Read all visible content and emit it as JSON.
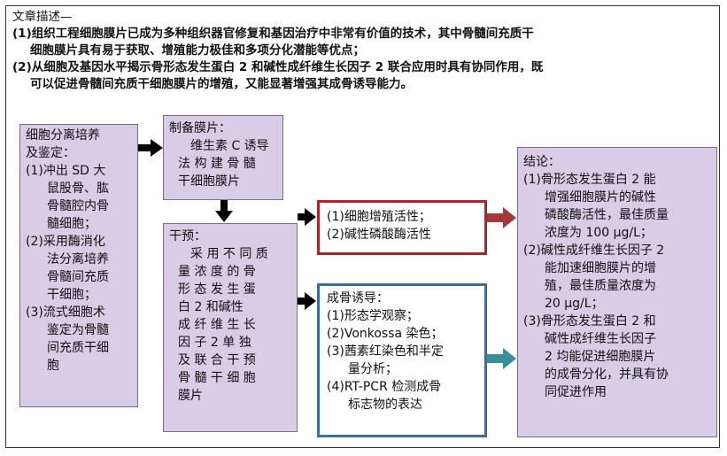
{
  "summary": {
    "title": "文章描述—",
    "para1_line1": "(1)组织工程细胞膜片已成为多种组织器官修复和基因治疗中非常有价值的技术，其中骨髓间充质干",
    "para1_line2": "细胞膜片具有易于获取、增殖能力极佳和多项分化潜能等优点；",
    "para2_line1": "(2)从细胞及基因水平揭示骨形态发生蛋白 2 和碱性成纤维生长因子 2 联合应用时具有协同作用，既",
    "para2_line2": "可以促进骨髓间充质干细胞膜片的增殖，又能显著增强其成骨诱导能力。"
  },
  "isolation": {
    "title1": "细胞分离培养",
    "title2": "及鉴定：",
    "i1a": "(1)冲出 SD 大",
    "i1b": "鼠股骨、肱",
    "i1c": "骨髓腔内骨",
    "i1d": "髓细胞；",
    "i2a": "(2)采用酶消化",
    "i2b": "法分离培养",
    "i2c": "骨髓间充质",
    "i2d": "干细胞；",
    "i3a": "(3)流式细胞术",
    "i3b": "鉴定为骨髓",
    "i3c": "间充质干细",
    "i3d": "胞"
  },
  "prep": {
    "title": "制备膜片：",
    "l1": "维生素 C 诱导",
    "l2": "法 构 建 骨 髓",
    "l3": "干细胞膜片"
  },
  "intervention": {
    "title": "干预：",
    "l1": "采 用 不 同 质",
    "l2": "量 浓 度 的 骨",
    "l3": "形 态 发 生 蛋",
    "l4": "白 2 和碱性",
    "l5": "成 纤 维 生 长",
    "l6": "因 子 2 单 独",
    "l7": "及 联 合 干 预",
    "l8": "骨 髓 干 细 胞",
    "l9": "膜片"
  },
  "proliferation": {
    "l1": "(1)细胞增殖活性；",
    "l2": "(2)碱性磷酸酶活性"
  },
  "osteo": {
    "title": "成骨诱导：",
    "l1": "(1)形态学观察；",
    "l2": "(2)Vonkossa 染色；",
    "l3a": "(3)茜素红染色和半定",
    "l3b": "量分析；",
    "l4a": "(4)RT-PCR 检测成骨",
    "l4b": "标志物的表达"
  },
  "conclusion": {
    "title": "结论：",
    "c1a": "(1)骨形态发生蛋白 2 能",
    "c1b": "增强细胞膜片的碱性",
    "c1c": "磷酸酶活性，最佳质量",
    "c1d": "浓度为 100 μg/L；",
    "c2a": "(2)碱性成纤维生长因子 2",
    "c2b": "能加速细胞膜片的增",
    "c2c": "殖，最佳质量浓度为",
    "c2d": "20 μg/L；",
    "c3a": "(3)骨形态发生蛋白 2 和",
    "c3b": "碱性成纤维生长因子",
    "c3c": "2 均能促进细胞膜片",
    "c3d": "的成骨分化，并具有协",
    "c3e": "同促进作用"
  },
  "colors": {
    "box_fill": "#d9cce6",
    "red_border": "#a0282a",
    "blue_border": "#3e6c95",
    "red_arrow": "#a23a3c",
    "teal_arrow": "#3a8d9a"
  }
}
